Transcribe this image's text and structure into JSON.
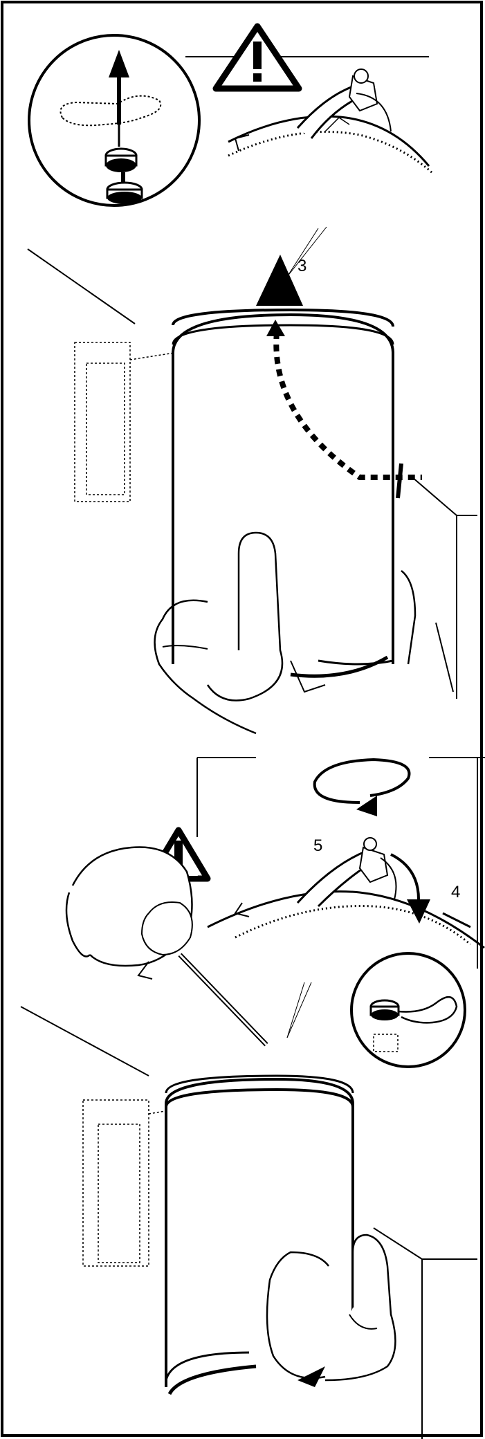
{
  "panels": [
    {
      "id": "top",
      "warning_icon": "warning-triangle-icon",
      "detail_inset_icon": "spring-clip-lift-icon",
      "step_labels": [
        {
          "text": "3"
        }
      ]
    },
    {
      "id": "bottom",
      "warning_icon": "warning-triangle-icon",
      "detail_inset_icon": "spring-clip-clip-icon",
      "step_labels": [
        {
          "text": "5"
        },
        {
          "text": "4"
        }
      ]
    }
  ],
  "colors": {
    "ink": "#000000",
    "background": "#ffffff"
  }
}
